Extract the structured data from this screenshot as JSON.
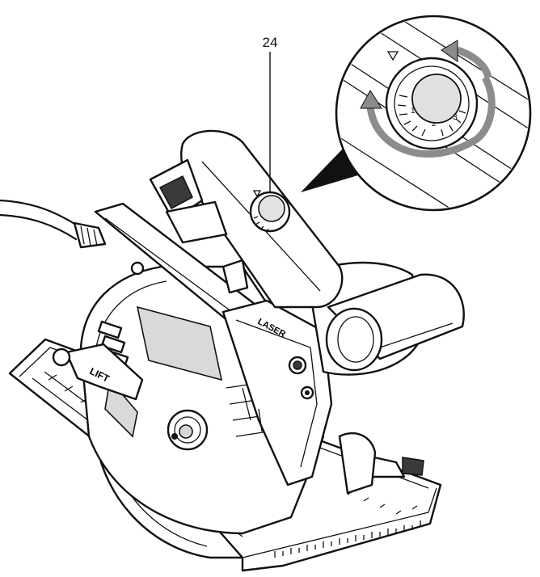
{
  "callout": {
    "number": "24"
  },
  "labels": {
    "laser": "LASER",
    "lift": "LIFT",
    "dial_numbers": [
      "1",
      "2",
      "3"
    ]
  },
  "colors": {
    "line": "#111111",
    "rotation_arrow": "#8c8c8c",
    "shade": "#d9d9d9"
  },
  "icons": [
    "rotation-arrow-icon",
    "index-triangle-icon"
  ]
}
